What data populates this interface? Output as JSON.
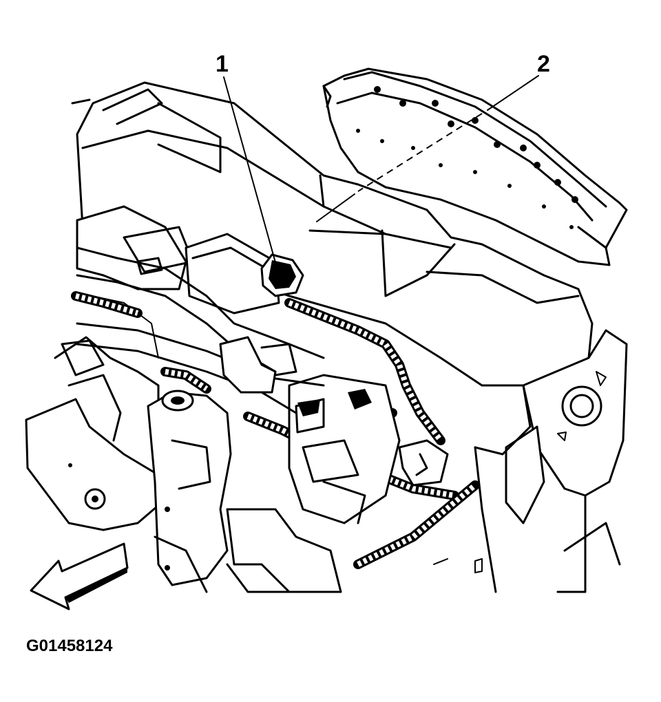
{
  "figure_id": "G01458124",
  "callouts": [
    {
      "label": "1"
    },
    {
      "label": "2"
    }
  ]
}
